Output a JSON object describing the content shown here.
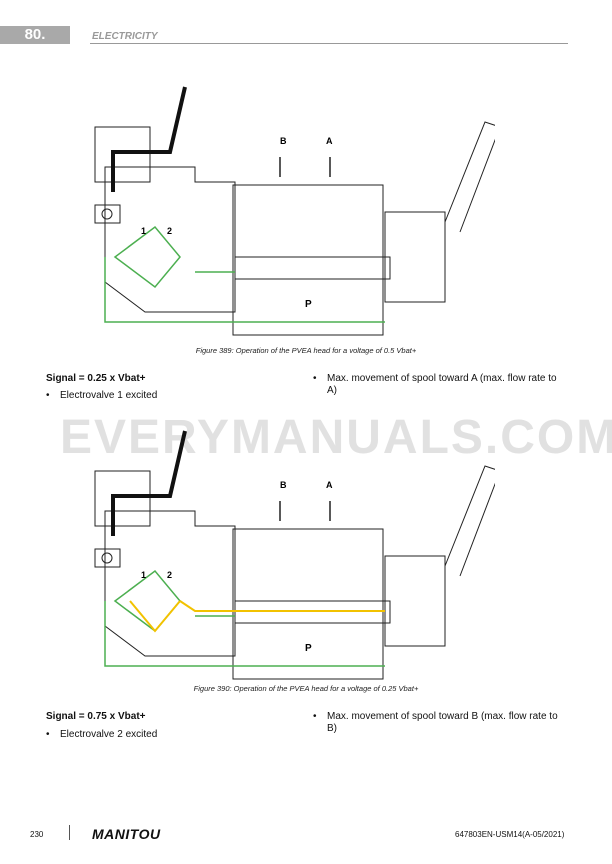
{
  "header": {
    "chapter": "80.",
    "section": "ELECTRICITY"
  },
  "figures": [
    {
      "caption": "Figure 389: Operation of the PVEA head for a voltage of 0.5 Vbat+",
      "labels": {
        "b": "B",
        "a": "A",
        "v1": "1",
        "v2": "2",
        "p": "P"
      },
      "accent": "#4caf50"
    },
    {
      "caption": "Figure 390: Operation of the PVEA head for a voltage of 0.25 Vbat+",
      "labels": {
        "b": "B",
        "a": "A",
        "v1": "1",
        "v2": "2",
        "p": "P"
      },
      "accent": "#f2c200"
    }
  ],
  "blocks": [
    {
      "signal": "Signal = 0.25 x Vbat+",
      "left": "Electrovalve 1 excited",
      "right": "Max. movement of spool toward A (max. flow rate to A)"
    },
    {
      "signal": "Signal = 0.75 x Vbat+",
      "left": "Electrovalve 2 excited",
      "right": "Max. movement of spool toward B (max. flow rate to B)"
    }
  ],
  "watermark": "EVERYMANUALS.COM",
  "footer": {
    "page": "230",
    "brand": "MANITOU",
    "doc": "647803EN-USM14(A-05/2021)"
  }
}
